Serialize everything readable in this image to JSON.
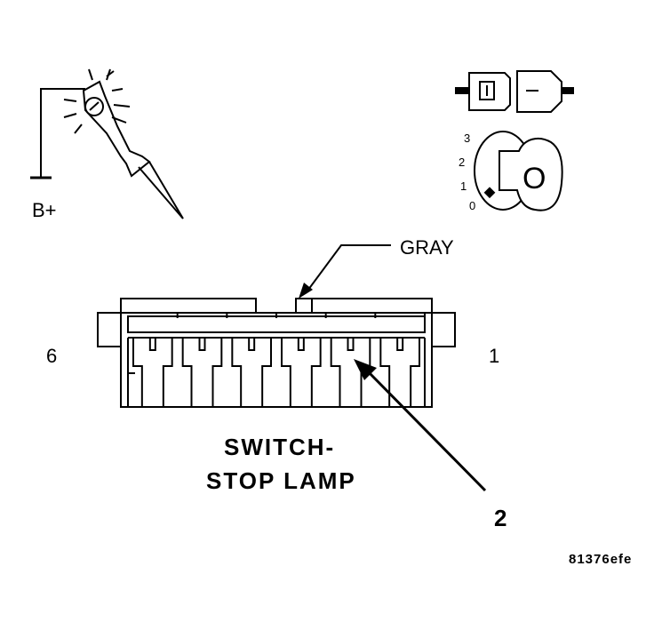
{
  "test_light": {
    "terminal_label": "B+"
  },
  "ignition_key": {
    "positions": [
      "3",
      "2",
      "1",
      "0"
    ],
    "key_label": "O"
  },
  "connector": {
    "wire_color_label": "GRAY",
    "left_pin_label": "6",
    "right_pin_label": "1",
    "component_label_line1": "SWITCH-",
    "component_label_line2": "STOP LAMP",
    "callout_number": "2"
  },
  "figure_code": "81376efe"
}
